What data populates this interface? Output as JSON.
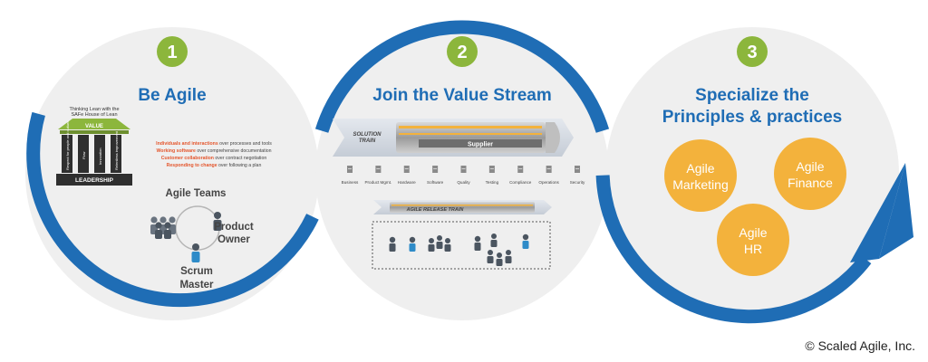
{
  "colors": {
    "blue": "#1f6db5",
    "green": "#8cb63c",
    "orange": "#f3b23c",
    "gray_circle": "#efefef",
    "dark": "#3a3a3a",
    "red_text": "#e4572e"
  },
  "steps": [
    {
      "number": "1",
      "title": "Be Agile"
    },
    {
      "number": "2",
      "title": "Join the Value Stream"
    },
    {
      "number": "3",
      "title_line1": "Specialize the",
      "title_line2": "Principles & practices"
    }
  ],
  "house": {
    "caption_line1": "Thinking Lean with the",
    "caption_line2": "SAFe House of Lean",
    "roof": "VALUE",
    "base": "LEADERSHIP",
    "pillars": [
      "Respect for people and culture",
      "Flow",
      "Innovation",
      "Relentless improvement"
    ]
  },
  "manifesto": [
    {
      "highlight": "Individuals and interactions",
      "rest": " over processes and tools"
    },
    {
      "highlight": "Working software",
      "rest": " over comprehensive documentation"
    },
    {
      "highlight": "Customer collaboration",
      "rest": " over contract negotiation"
    },
    {
      "highlight": "Responding to change",
      "rest": " over following a plan"
    }
  ],
  "teams": {
    "title": "Agile Teams",
    "product_owner_line1": "Product",
    "product_owner_line2": "Owner",
    "scrum_master_line1": "Scrum",
    "scrum_master_line2": "Master"
  },
  "value_stream": {
    "solution_train_line1": "SOLUTION",
    "solution_train_line2": "TRAIN",
    "supplier": "Supplier",
    "release_train": "AGILE RELEASE TRAIN",
    "departments": [
      "Business",
      "Product Mgmt.",
      "Hardware",
      "Software",
      "Quality",
      "Testing",
      "Compliance",
      "Operations",
      "Security"
    ]
  },
  "specializations": [
    {
      "line1": "Agile",
      "line2": "Marketing"
    },
    {
      "line1": "Agile",
      "line2": "Finance"
    },
    {
      "line1": "Agile",
      "line2": "HR"
    }
  ],
  "copyright": "© Scaled Agile, Inc."
}
